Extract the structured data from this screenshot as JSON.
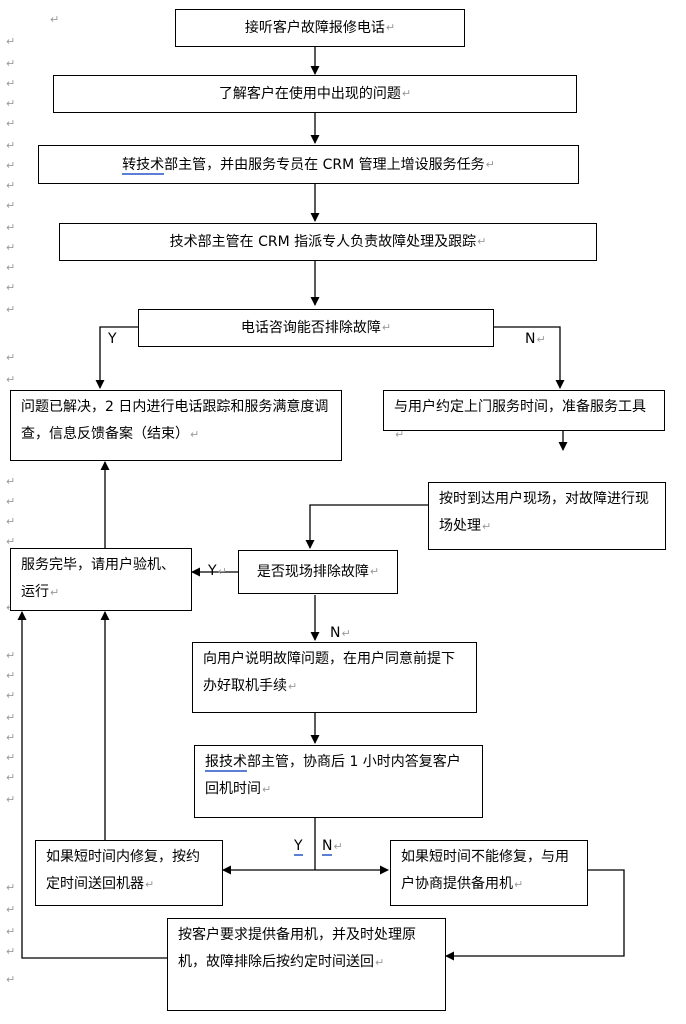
{
  "steps": {
    "s1": "接听客户故障报修电话",
    "s2": "了解客户在使用中出现的问题",
    "s3a": "转技术",
    "s3b": "部主管，并由服务专员在 CRM 管理上增设服务任务",
    "s4": "技术部主管在 CRM 指派专人负责故障处理及跟踪",
    "d1": "电话咨询能否排除故障",
    "solved": "问题已解决，2 日内进行电话跟踪和服务满意度调查，信息反馈备案（结束）",
    "appoint": "与用户约定上门服务时间，准备服务工具",
    "onsite": "按时到达用户现场，对故障进行现场处理",
    "d2": "是否现场排除故障",
    "finish": "服务完毕，请用户验机、运行",
    "explain": "向用户说明故障问题，在用户同意前提下办好取机手续",
    "reporta": "报技术",
    "reportb": "部主管，协商后 1 小时内答复客户回机时间",
    "shortfix": "如果短时间内修复，按约定时间送回机器",
    "noshortfix": "如果短时间不能修复，与用户协商提供备用机",
    "backup": "按客户要求提供备用机，并及时处理原机，故障排除后按约定时间送回"
  },
  "labels": {
    "y": "Y",
    "n": "N"
  },
  "marks": {
    "paragraph": "↵"
  }
}
